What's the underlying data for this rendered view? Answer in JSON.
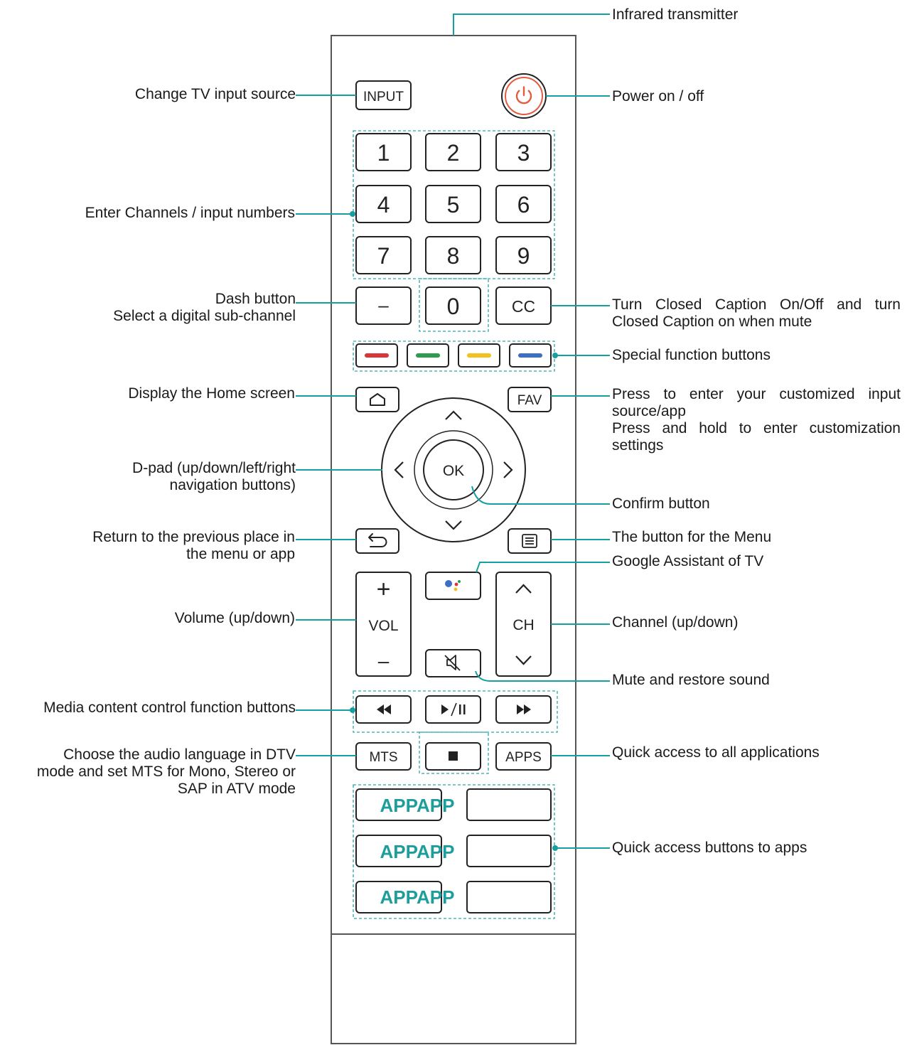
{
  "colors": {
    "leader": "#179fa0",
    "power": "#e25c3f",
    "red": "#d9363c",
    "green": "#2e9c4e",
    "yellow": "#f2c11d",
    "blue": "#3d6fc4",
    "app_text": "#1d9e9d",
    "outline": "#222222"
  },
  "icons": {
    "power": "power-icon",
    "home": "home-icon",
    "back": "back-arrow-icon",
    "menu": "menu-icon",
    "assistant": "google-assistant-icon",
    "mute": "mute-icon",
    "rewind": "rewind-icon",
    "play_pause": "play-pause-icon",
    "fast_forward": "fast-forward-icon",
    "stop": "stop-icon"
  },
  "remote": {
    "input": "INPUT",
    "digits": [
      "1",
      "2",
      "3",
      "4",
      "5",
      "6",
      "7",
      "8",
      "9"
    ],
    "dash": "–",
    "zero": "0",
    "cc": "CC",
    "fav": "FAV",
    "ok": "OK",
    "vol": "VOL",
    "vol_plus": "+",
    "vol_minus": "–",
    "ch": "CH",
    "mts": "MTS",
    "apps": "APPS",
    "app_buttons": [
      "APPAPP",
      "APPAPP",
      "APPAPP"
    ]
  },
  "labels": {
    "infrared": "Infrared transmitter",
    "input_source": "Change TV input source",
    "power": "Power on / off",
    "numbers": "Enter Channels / input numbers",
    "dash": [
      "Dash button",
      "Select a digital sub-channel"
    ],
    "cc": [
      "Turn Closed Caption On/Off and turn",
      "Closed Caption on when mute"
    ],
    "special": "Special function buttons",
    "home": "Display the Home screen",
    "fav": [
      "Press to enter your customized input",
      "source/app",
      "Press and hold to enter customization",
      "settings"
    ],
    "dpad": [
      "D-pad (up/down/left/right",
      "navigation buttons)"
    ],
    "confirm": "Confirm button",
    "back": [
      "Return to the previous place in",
      "the menu or app"
    ],
    "menu": "The button for the Menu",
    "assistant": "Google Assistant of TV",
    "volume": "Volume (up/down)",
    "channel": "Channel (up/down)",
    "mute": "Mute and restore sound",
    "media": "Media content control function buttons",
    "mts": [
      "Choose the audio language in DTV",
      "mode and set MTS for Mono, Stereo or",
      "SAP in ATV mode"
    ],
    "apps": "Quick access to all applications",
    "app_buttons": "Quick access buttons to apps"
  }
}
